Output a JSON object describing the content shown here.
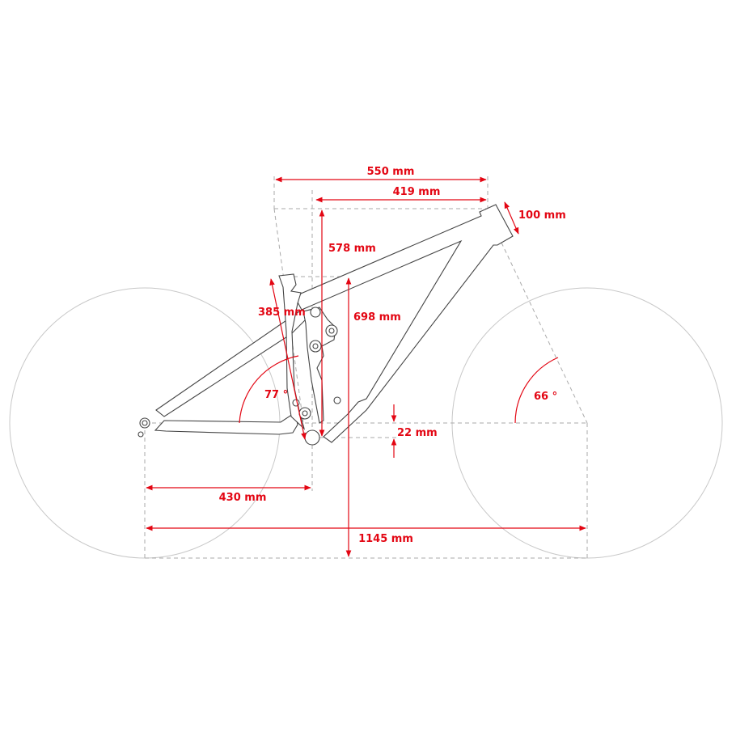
{
  "labels": {
    "reach": "419 mm",
    "top_tube": "550 mm",
    "head_tube": "100 mm",
    "stack": "578 mm",
    "seat_tube": "385 mm",
    "standover": "698 mm",
    "seat_angle": "77 °",
    "head_angle": "66 °",
    "bb_drop": "22 mm",
    "chainstay": "430 mm",
    "wheelbase": "1145 mm"
  },
  "colors": {
    "accent": "#e30613",
    "frame": "#444444",
    "guides": "#aaaaaa"
  }
}
